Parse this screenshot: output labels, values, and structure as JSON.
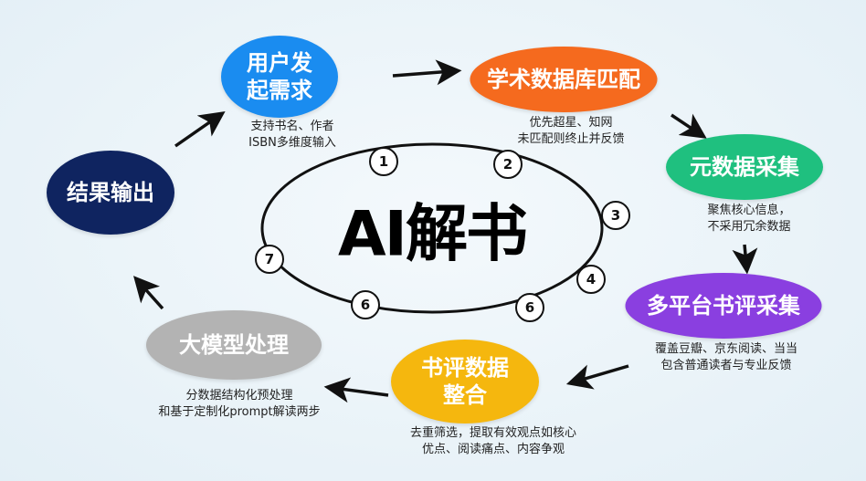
{
  "center_title": "AI解书",
  "steps": [
    {
      "label_lines": [
        "用户发",
        "起需求"
      ],
      "desc_lines": [
        "支持书名、作者",
        "ISBN多维度输入"
      ],
      "color": "#1a8cf0"
    },
    {
      "label_lines": [
        "学术数据库匹配"
      ],
      "desc_lines": [
        "优先超星、知网",
        "未匹配则终止并反馈"
      ],
      "color": "#f56a1e"
    },
    {
      "label_lines": [
        "元数据采集"
      ],
      "desc_lines": [
        "聚焦核心信息，",
        "不采用冗余数据"
      ],
      "color": "#1fc07f"
    },
    {
      "label_lines": [
        "多平台书评采集"
      ],
      "desc_lines": [
        "覆盖豆瓣、京东阅读、当当",
        "包含普通读者与专业反馈"
      ],
      "color": "#8a3fe0"
    },
    {
      "label_lines": [
        "书评数据",
        "整合"
      ],
      "desc_lines": [
        "去重筛选，提取有效观点如核心",
        "优点、阅读痛点、内容争观"
      ],
      "color": "#f5b70e"
    },
    {
      "label_lines": [
        "大模型处理"
      ],
      "desc_lines": [
        "分数据结构化预处理",
        "和基于定制化prompt解读两步"
      ],
      "color": "#b3b3b3"
    },
    {
      "label_lines": [
        "结果输出"
      ],
      "desc_lines": [],
      "color": "#0f2460"
    }
  ],
  "cycle_numbers": [
    "1",
    "2",
    "3",
    "4",
    "6",
    "6",
    "7"
  ]
}
